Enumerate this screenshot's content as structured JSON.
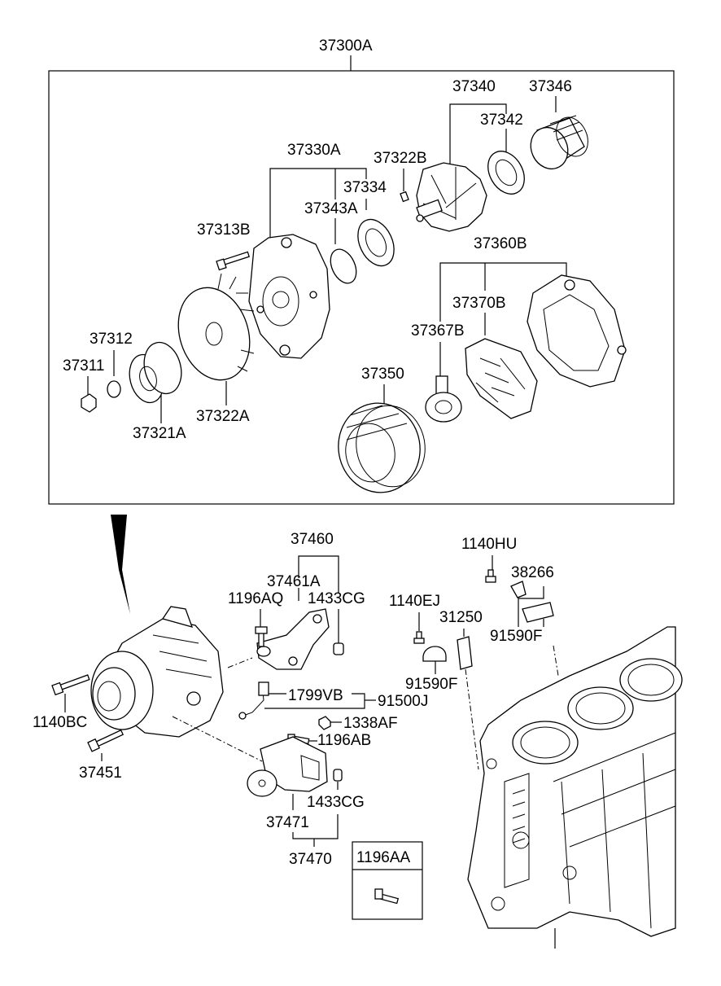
{
  "labels": {
    "l37300A": "37300A",
    "l37340": "37340",
    "l37346": "37346",
    "l37342": "37342",
    "l37330A": "37330A",
    "l37322B": "37322B",
    "l37334": "37334",
    "l37343A": "37343A",
    "l37313B": "37313B",
    "l37360B": "37360B",
    "l37370B": "37370B",
    "l37367B": "37367B",
    "l37312": "37312",
    "l37311": "37311",
    "l37350": "37350",
    "l37321A": "37321A",
    "l37322A": "37322A",
    "l37460": "37460",
    "l1140HU": "1140HU",
    "l38266": "38266",
    "l37461A": "37461A",
    "l1196AQ": "1196AQ",
    "l1433CG_top": "1433CG",
    "l1140EJ": "1140EJ",
    "l31250": "31250",
    "l91590F_top": "91590F",
    "l1799VB": "1799VB",
    "l91500J": "91500J",
    "l91590F_mid": "91590F",
    "l1140BC": "1140BC",
    "l1338AF": "1338AF",
    "l1196AB": "1196AB",
    "l37451": "37451",
    "l1433CG_bot": "1433CG",
    "l37471": "37471",
    "l37470": "37470",
    "l1196AA": "1196AA"
  }
}
